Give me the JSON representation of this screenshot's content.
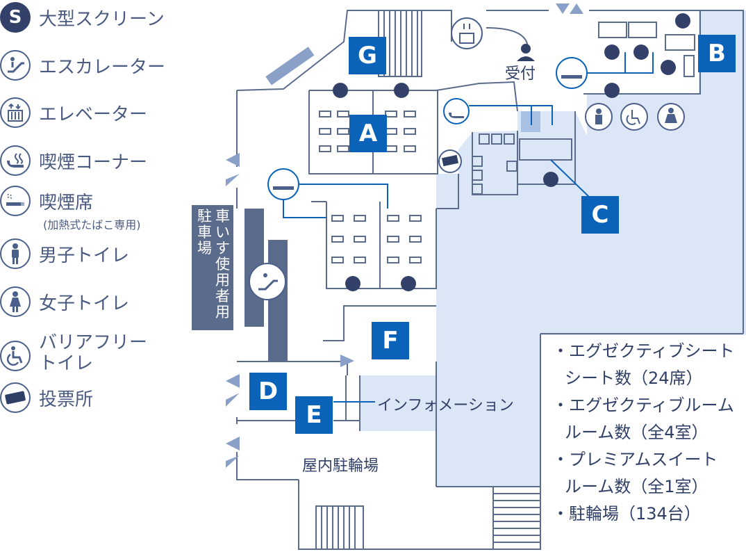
{
  "legend": {
    "items": [
      {
        "label": "大型スクリーン",
        "icon": "screen-s-icon"
      },
      {
        "label": "エスカレーター",
        "icon": "escalator-icon"
      },
      {
        "label": "エレベーター",
        "icon": "elevator-icon"
      },
      {
        "label": "喫煙コーナー",
        "icon": "smoking-corner-icon"
      },
      {
        "label": "喫煙席",
        "icon": "smoking-seat-icon"
      },
      {
        "label": "男子トイレ",
        "icon": "mens-toilet-icon"
      },
      {
        "label": "女子トイレ",
        "icon": "womens-toilet-icon"
      },
      {
        "label": "バリアフリー",
        "label2": "トイレ",
        "icon": "barrier-free-toilet-icon"
      },
      {
        "label": "投票所",
        "icon": "voting-booth-icon"
      }
    ],
    "smoking_seat_note": "(加熱式たばこ専用)"
  },
  "map": {
    "letters": [
      "A",
      "B",
      "C",
      "D",
      "E",
      "F",
      "G"
    ],
    "reception": "受付",
    "information": "インフォメーション",
    "bicycle_parking": "屋内駐輪場",
    "parking_col1": "駐車場",
    "parking_col2": "車いす使用者用",
    "notes": [
      "・エグゼクティブシート",
      "シート数（24席）",
      "・エグゼクティブルーム",
      "ルーム数（全4室）",
      "・プレミアムスイート",
      "ルーム数（全1室）",
      "・駐輪場（134台）"
    ]
  },
  "colors": {
    "floor": "#dbe7f7",
    "wall": "#5a6b8c",
    "accent": "#0a63b8",
    "pillar": "#5a6b8c"
  }
}
